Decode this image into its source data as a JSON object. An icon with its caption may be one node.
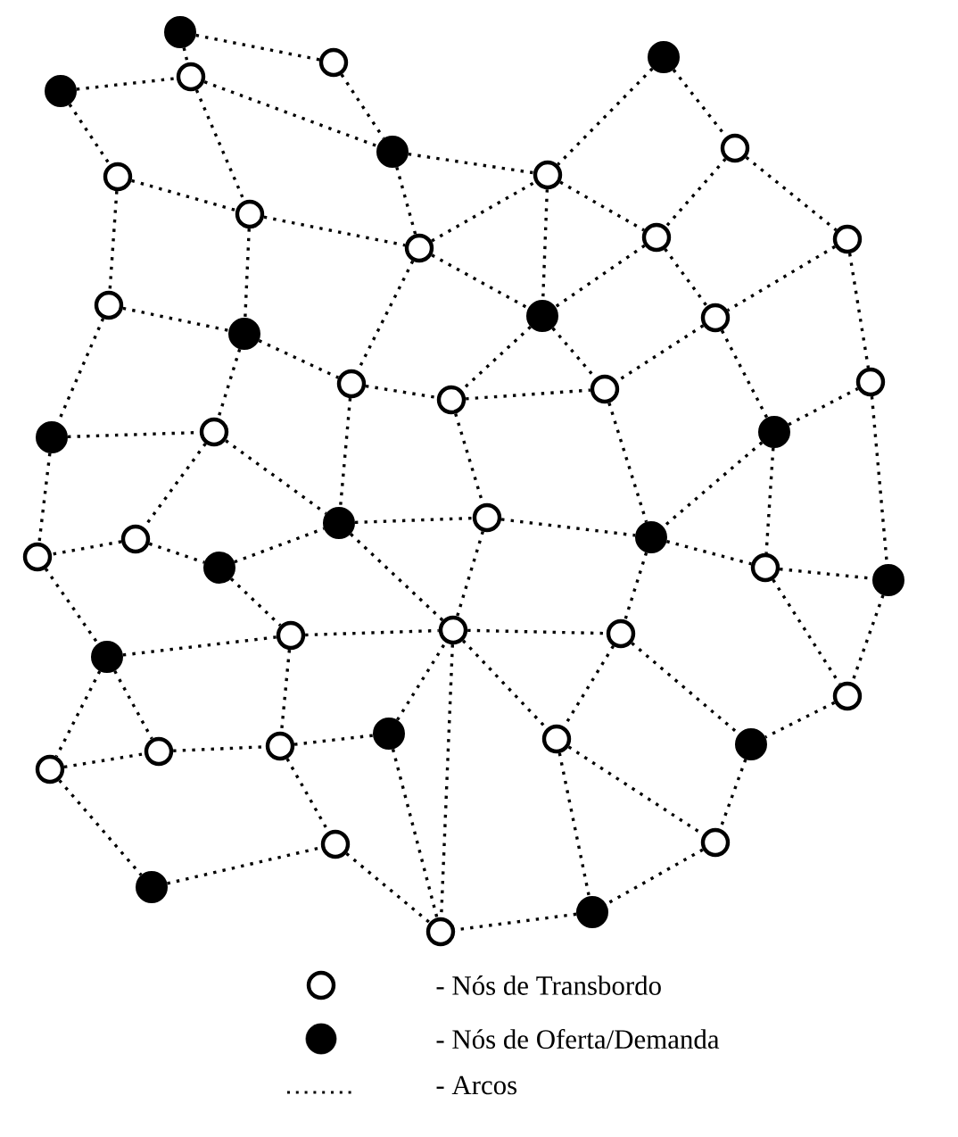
{
  "diagram": {
    "nodes": [
      {
        "text": [],
        "shape": "dot"
      },
      {
        "text": [],
        "shape": "circle"
      },
      {
        "text": [],
        "shape": "dot"
      },
      {
        "text": [],
        "shape": "circle"
      },
      {
        "text": [],
        "shape": "dot"
      },
      {
        "text": [],
        "shape": "dot"
      },
      {
        "text": [],
        "shape": "circle"
      },
      {
        "text": [],
        "shape": "circle"
      },
      {
        "text": [],
        "shape": "circle"
      },
      {
        "text": [],
        "shape": "circle"
      },
      {
        "text": [],
        "shape": "circle"
      },
      {
        "text": [],
        "shape": "circle"
      },
      {
        "text": [],
        "shape": "circle"
      },
      {
        "text": [],
        "shape": "circle"
      },
      {
        "text": [],
        "shape": "dot"
      },
      {
        "text": [],
        "shape": "dot"
      },
      {
        "text": [],
        "shape": "circle"
      },
      {
        "text": [],
        "shape": "circle"
      },
      {
        "text": [],
        "shape": "circle"
      },
      {
        "text": [],
        "shape": "circle"
      },
      {
        "text": [],
        "shape": "circle"
      },
      {
        "text": [],
        "shape": "dot"
      },
      {
        "text": [],
        "shape": "circle"
      },
      {
        "text": [],
        "shape": "dot"
      },
      {
        "text": [],
        "shape": "dot"
      },
      {
        "text": [],
        "shape": "circle"
      },
      {
        "text": [],
        "shape": "circle"
      },
      {
        "text": [],
        "shape": "circle"
      },
      {
        "text": [],
        "shape": "dot"
      },
      {
        "text": [],
        "shape": "dot"
      },
      {
        "text": [],
        "shape": "circle"
      },
      {
        "text": [],
        "shape": "dot"
      },
      {
        "text": [],
        "shape": "circle"
      },
      {
        "text": [],
        "shape": "circle"
      },
      {
        "text": [],
        "shape": "circle"
      },
      {
        "text": [],
        "shape": "dot"
      },
      {
        "text": [],
        "shape": "circle"
      },
      {
        "text": [],
        "shape": "dot"
      },
      {
        "text": [],
        "shape": "circle"
      },
      {
        "text": [],
        "shape": "circle"
      },
      {
        "text": [],
        "shape": "circle"
      },
      {
        "text": [],
        "shape": "dot"
      },
      {
        "text": [],
        "shape": "circle"
      },
      {
        "text": [],
        "shape": "circle"
      },
      {
        "text": [],
        "shape": "circle"
      },
      {
        "text": [],
        "shape": "dot"
      },
      {
        "text": [],
        "shape": "dot"
      },
      {
        "text": [],
        "shape": "circle"
      }
    ],
    "edges": [
      {
        "from": 0,
        "to": 1,
        "arrow": "none"
      },
      {
        "from": 0,
        "to": 3,
        "arrow": "none"
      },
      {
        "from": 2,
        "to": 3,
        "arrow": "none"
      },
      {
        "from": 3,
        "to": 5,
        "arrow": "none"
      },
      {
        "from": 1,
        "to": 5,
        "arrow": "none"
      },
      {
        "from": 2,
        "to": 7,
        "arrow": "none"
      },
      {
        "from": 3,
        "to": 9,
        "arrow": "none"
      },
      {
        "from": 7,
        "to": 9,
        "arrow": "none"
      },
      {
        "from": 9,
        "to": 12,
        "arrow": "none"
      },
      {
        "from": 5,
        "to": 12,
        "arrow": "none"
      },
      {
        "from": 5,
        "to": 8,
        "arrow": "none"
      },
      {
        "from": 7,
        "to": 13,
        "arrow": "none"
      },
      {
        "from": 9,
        "to": 15,
        "arrow": "none"
      },
      {
        "from": 13,
        "to": 15,
        "arrow": "none"
      },
      {
        "from": 12,
        "to": 17,
        "arrow": "none"
      },
      {
        "from": 12,
        "to": 8,
        "arrow": "none"
      },
      {
        "from": 12,
        "to": 14,
        "arrow": "none"
      },
      {
        "from": 15,
        "to": 17,
        "arrow": "none"
      },
      {
        "from": 17,
        "to": 18,
        "arrow": "none"
      },
      {
        "from": 15,
        "to": 22,
        "arrow": "none"
      },
      {
        "from": 13,
        "to": 21,
        "arrow": "none"
      },
      {
        "from": 21,
        "to": 22,
        "arrow": "none"
      },
      {
        "from": 17,
        "to": 24,
        "arrow": "none"
      },
      {
        "from": 18,
        "to": 25,
        "arrow": "none"
      },
      {
        "from": 22,
        "to": 26,
        "arrow": "none"
      },
      {
        "from": 22,
        "to": 24,
        "arrow": "none"
      },
      {
        "from": 21,
        "to": 27,
        "arrow": "none"
      },
      {
        "from": 4,
        "to": 8,
        "arrow": "none"
      },
      {
        "from": 4,
        "to": 6,
        "arrow": "none"
      },
      {
        "from": 6,
        "to": 10,
        "arrow": "none"
      },
      {
        "from": 6,
        "to": 11,
        "arrow": "none"
      },
      {
        "from": 8,
        "to": 10,
        "arrow": "none"
      },
      {
        "from": 8,
        "to": 14,
        "arrow": "none"
      },
      {
        "from": 10,
        "to": 14,
        "arrow": "none"
      },
      {
        "from": 10,
        "to": 16,
        "arrow": "none"
      },
      {
        "from": 11,
        "to": 16,
        "arrow": "none"
      },
      {
        "from": 11,
        "to": 20,
        "arrow": "none"
      },
      {
        "from": 14,
        "to": 19,
        "arrow": "none"
      },
      {
        "from": 14,
        "to": 18,
        "arrow": "none"
      },
      {
        "from": 16,
        "to": 19,
        "arrow": "none"
      },
      {
        "from": 16,
        "to": 23,
        "arrow": "none"
      },
      {
        "from": 23,
        "to": 20,
        "arrow": "none"
      },
      {
        "from": 18,
        "to": 19,
        "arrow": "none"
      },
      {
        "from": 19,
        "to": 28,
        "arrow": "none"
      },
      {
        "from": 23,
        "to": 30,
        "arrow": "none"
      },
      {
        "from": 23,
        "to": 28,
        "arrow": "none"
      },
      {
        "from": 20,
        "to": 31,
        "arrow": "none"
      },
      {
        "from": 25,
        "to": 28,
        "arrow": "none"
      },
      {
        "from": 28,
        "to": 30,
        "arrow": "none"
      },
      {
        "from": 30,
        "to": 31,
        "arrow": "none"
      },
      {
        "from": 28,
        "to": 34,
        "arrow": "none"
      },
      {
        "from": 33,
        "to": 34,
        "arrow": "none"
      },
      {
        "from": 34,
        "to": 38,
        "arrow": "none"
      },
      {
        "from": 30,
        "to": 36,
        "arrow": "none"
      },
      {
        "from": 31,
        "to": 36,
        "arrow": "none"
      },
      {
        "from": 36,
        "to": 41,
        "arrow": "none"
      },
      {
        "from": 34,
        "to": 41,
        "arrow": "none"
      },
      {
        "from": 41,
        "to": 44,
        "arrow": "none"
      },
      {
        "from": 38,
        "to": 44,
        "arrow": "none"
      },
      {
        "from": 38,
        "to": 46,
        "arrow": "none"
      },
      {
        "from": 44,
        "to": 46,
        "arrow": "none"
      },
      {
        "from": 46,
        "to": 47,
        "arrow": "none"
      },
      {
        "from": 33,
        "to": 38,
        "arrow": "none"
      },
      {
        "from": 26,
        "to": 27,
        "arrow": "none"
      },
      {
        "from": 26,
        "to": 29,
        "arrow": "none"
      },
      {
        "from": 29,
        "to": 24,
        "arrow": "none"
      },
      {
        "from": 24,
        "to": 33,
        "arrow": "none"
      },
      {
        "from": 24,
        "to": 25,
        "arrow": "none"
      },
      {
        "from": 25,
        "to": 33,
        "arrow": "none"
      },
      {
        "from": 27,
        "to": 35,
        "arrow": "none"
      },
      {
        "from": 29,
        "to": 32,
        "arrow": "none"
      },
      {
        "from": 32,
        "to": 33,
        "arrow": "none"
      },
      {
        "from": 35,
        "to": 32,
        "arrow": "none"
      },
      {
        "from": 35,
        "to": 42,
        "arrow": "none"
      },
      {
        "from": 35,
        "to": 39,
        "arrow": "none"
      },
      {
        "from": 42,
        "to": 39,
        "arrow": "none"
      },
      {
        "from": 39,
        "to": 40,
        "arrow": "none"
      },
      {
        "from": 32,
        "to": 40,
        "arrow": "none"
      },
      {
        "from": 40,
        "to": 37,
        "arrow": "none"
      },
      {
        "from": 37,
        "to": 33,
        "arrow": "none"
      },
      {
        "from": 33,
        "to": 47,
        "arrow": "none"
      },
      {
        "from": 37,
        "to": 47,
        "arrow": "none"
      },
      {
        "from": 40,
        "to": 43,
        "arrow": "none"
      },
      {
        "from": 42,
        "to": 45,
        "arrow": "none"
      },
      {
        "from": 45,
        "to": 43,
        "arrow": "none"
      },
      {
        "from": 43,
        "to": 47,
        "arrow": "none"
      }
    ],
    "legend": [
      {
        "text": "- Nós de Transbordo"
      },
      {
        "text": "- Nós de Oferta/Demanda"
      },
      {
        "text": "- Arcos"
      }
    ]
  }
}
